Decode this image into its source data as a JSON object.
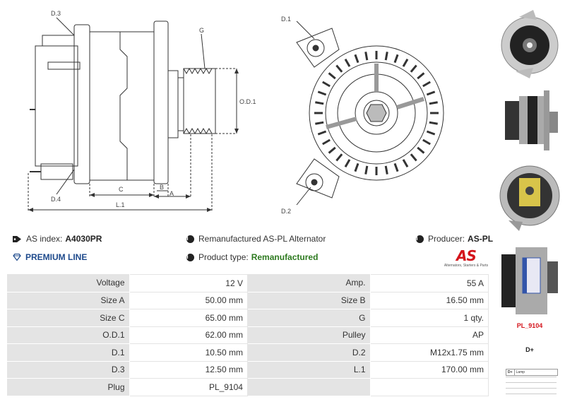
{
  "drawing_labels": {
    "d3": "D.3",
    "d1": "D.1",
    "d2": "D.2",
    "d4": "D.4",
    "g": "G",
    "od1": "O.D.1",
    "a": "A",
    "b": "B",
    "c": "C",
    "l1": "L.1"
  },
  "info": {
    "as_index_label": "AS index:",
    "as_index_value": "A4030PR",
    "description": "Remanufactured AS-PL Alternator",
    "producer_label": "Producer:",
    "producer_value": "AS-PL",
    "premium_line": "PREMIUM LINE",
    "product_type_label": "Product type:",
    "product_type_value": "Remanufactured"
  },
  "logo": {
    "mark": "AS",
    "subtitle": "Alternators, Starters & Parts"
  },
  "specs": [
    [
      {
        "label": "Voltage",
        "value": "12 V"
      },
      {
        "label": "Amp.",
        "value": "55 A"
      }
    ],
    [
      {
        "label": "Size A",
        "value": "50.00 mm"
      },
      {
        "label": "Size B",
        "value": "16.50 mm"
      }
    ],
    [
      {
        "label": "Size C",
        "value": "65.00 mm"
      },
      {
        "label": "G",
        "value": "1 qty."
      }
    ],
    [
      {
        "label": "O.D.1",
        "value": "62.00 mm"
      },
      {
        "label": "Pulley",
        "value": "AP"
      }
    ],
    [
      {
        "label": "D.1",
        "value": "10.50 mm"
      },
      {
        "label": "D.2",
        "value": "M12x1.75 mm"
      }
    ],
    [
      {
        "label": "D.3",
        "value": "12.50 mm"
      },
      {
        "label": "L.1",
        "value": "170.00 mm"
      }
    ],
    [
      {
        "label": "Plug",
        "value": "PL_9104"
      },
      {
        "label": "",
        "value": ""
      }
    ]
  ],
  "plug": {
    "code": "PL_9104",
    "pin": "D+",
    "table_pin": "D+",
    "table_desc": "Lamp"
  },
  "colors": {
    "accent_red": "#d4141c",
    "premium_blue": "#1e4a8c",
    "type_green": "#2d7a1f",
    "label_bg": "#e4e4e4"
  },
  "icons": {
    "tag": "tag-icon",
    "info": "info-icon",
    "diamond": "diamond-icon"
  }
}
